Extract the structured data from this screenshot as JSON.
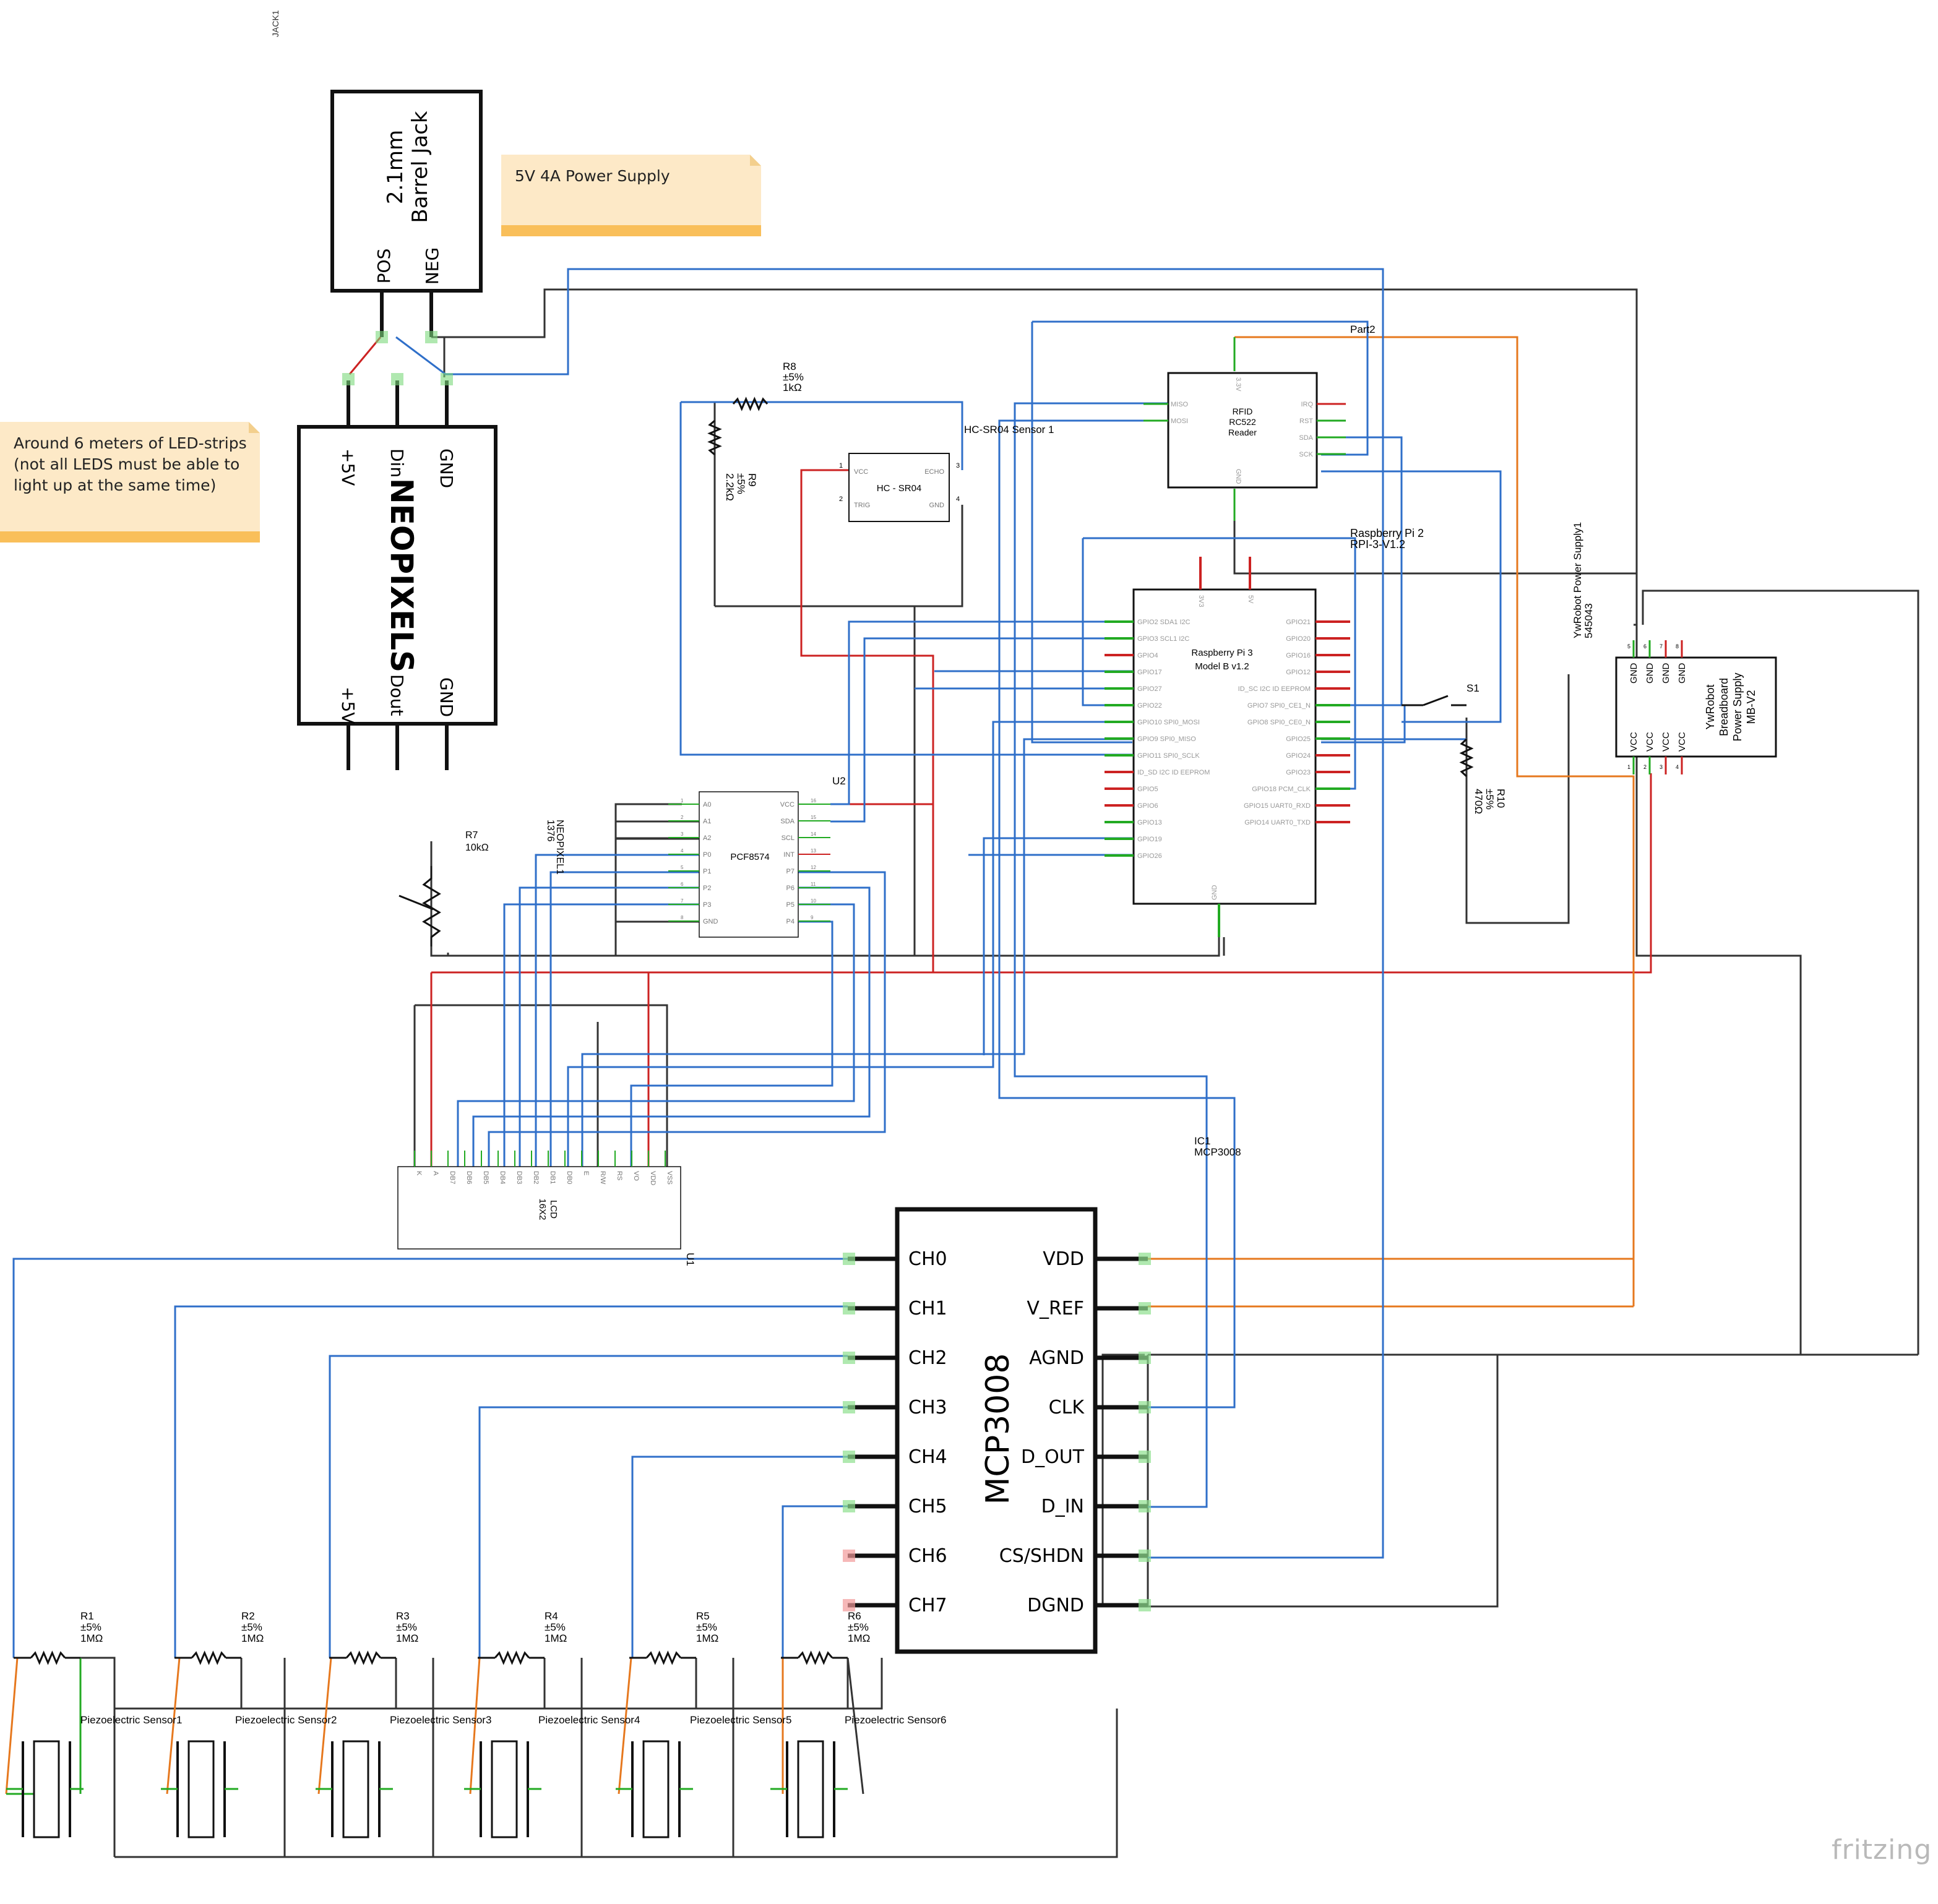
{
  "colors": {
    "blue": "#2f6fc9",
    "red": "#cc2222",
    "orange": "#e6781e",
    "black": "#333333",
    "green": "#22aa22",
    "note_bg": "#fde9c7",
    "note_bar": "#f9bf5a"
  },
  "notes": {
    "power_supply": "5V 4A Power Supply",
    "led_strips": "Around 6 meters of LED-strips\n(not all LEDS must be able to\nlight up at the same time)"
  },
  "jack": {
    "ref": "JACK1",
    "line1": "2.1mm",
    "line2": "Barrel Jack",
    "pos": "POS",
    "neg": "NEG"
  },
  "neopixels": {
    "title": "NEOPIXELS",
    "ref": "NEOPIXEL1",
    "count": "1376",
    "top_pins": [
      "+5V",
      "Din",
      "GND"
    ],
    "bottom_pins": [
      "+5V",
      "Dout",
      "GND"
    ]
  },
  "hcsr04": {
    "title": "HC - SR04",
    "ref": "HC-SR04 Sensor 1",
    "pins": [
      "VCC",
      "TRIG",
      "ECHO",
      "GND"
    ],
    "nums": [
      "1",
      "2",
      "3",
      "4"
    ]
  },
  "rfid": {
    "line1": "RFID",
    "line2": "RC522",
    "line3": "Reader",
    "ref": "Part2",
    "left_pins": [
      "MISO",
      "MOSI"
    ],
    "right_pins": [
      "IRQ",
      "RST",
      "SDA",
      "SCK"
    ],
    "top_pin": "3.3V",
    "bottom_pin": "GND"
  },
  "rpi": {
    "ref1": "Raspberry Pi 2",
    "ref2": "RPI-3-V1.2",
    "line1": "Raspberry Pi 3",
    "line2": "Model B v1.2",
    "top_pins": [
      "3V3",
      "5V"
    ],
    "bottom_pin": "GND",
    "left_pins": [
      "GPIO2 SDA1 I2C",
      "GPIO3 SCL1 I2C",
      "GPIO4",
      "GPIO17",
      "GPIO27",
      "GPIO22",
      "GPIO10 SPI0_MOSI",
      "GPIO9 SPI0_MISO",
      "GPIO11 SPI0_SCLK",
      "ID_SD I2C ID EEPROM",
      "GPIO5",
      "GPIO6",
      "GPIO13",
      "GPIO19",
      "GPIO26"
    ],
    "right_pins": [
      "GPIO21",
      "GPIO20",
      "GPIO16",
      "GPIO12",
      "ID_SC I2C ID EEPROM",
      "GPIO7 SPI0_CE1_N",
      "GPIO8 SPI0_CE0_N",
      "GPIO25",
      "GPIO24",
      "GPIO23",
      "GPIO18 PCM_CLK",
      "GPIO15 UART0_RXD",
      "GPIO14 UART0_TXD"
    ]
  },
  "pcf": {
    "title": "PCF8574",
    "ref": "U2",
    "left_pins": [
      "A0",
      "A1",
      "A2",
      "P0",
      "P1",
      "P2",
      "P3",
      "GND"
    ],
    "left_nums": [
      "1",
      "2",
      "3",
      "4",
      "5",
      "6",
      "7",
      "8"
    ],
    "right_pins": [
      "VCC",
      "SDA",
      "SCL",
      "INT",
      "P7",
      "P6",
      "P5",
      "P4"
    ],
    "right_nums": [
      "16",
      "15",
      "14",
      "13",
      "12",
      "11",
      "10",
      "9"
    ]
  },
  "lcd": {
    "line1": "LCD",
    "line2": "16X2",
    "ref": "U1",
    "pins": [
      "K",
      "A",
      "DB7",
      "DB6",
      "DB5",
      "DB4",
      "DB3",
      "DB2",
      "DB1",
      "DB0",
      "E",
      "R/W",
      "RS",
      "VO",
      "VDD",
      "VSS"
    ]
  },
  "mcp": {
    "title": "MCP3008",
    "ref1": "IC1",
    "ref2": "MCP3008",
    "left_pins": [
      "CH0",
      "CH1",
      "CH2",
      "CH3",
      "CH4",
      "CH5",
      "CH6",
      "CH7"
    ],
    "right_pins": [
      "VDD",
      "V_REF",
      "AGND",
      "CLK",
      "D_OUT",
      "D_IN",
      "CS/SHDN",
      "DGND"
    ]
  },
  "power_module": {
    "line1": "YwRobot",
    "line2": "Breadboard",
    "line3": "Power Supply",
    "line4": "MB-V2",
    "ref1": "YwRobot Power Supply1",
    "ref2": "545043",
    "top_pins": [
      "GND",
      "GND",
      "GND",
      "GND"
    ],
    "bottom_pins": [
      "VCC",
      "VCC",
      "VCC",
      "VCC"
    ],
    "nums": [
      "5",
      "6",
      "7",
      "8",
      "1",
      "2",
      "3",
      "4"
    ]
  },
  "switch": {
    "ref": "S1"
  },
  "resistors": [
    {
      "ref": "R8",
      "tol": "±5%",
      "val": "1kΩ"
    },
    {
      "ref": "R9",
      "tol": "±5%",
      "val": "2.2kΩ"
    },
    {
      "ref": "R10",
      "tol": "±5%",
      "val": "470Ω"
    },
    {
      "ref": "R7",
      "val": "10kΩ"
    },
    {
      "ref": "R1",
      "tol": "±5%",
      "val": "1MΩ"
    },
    {
      "ref": "R2",
      "tol": "±5%",
      "val": "1MΩ"
    },
    {
      "ref": "R3",
      "tol": "±5%",
      "val": "1MΩ"
    },
    {
      "ref": "R4",
      "tol": "±5%",
      "val": "1MΩ"
    },
    {
      "ref": "R5",
      "tol": "±5%",
      "val": "1MΩ"
    },
    {
      "ref": "R6",
      "tol": "±5%",
      "val": "1MΩ"
    }
  ],
  "piezos": [
    "Piezoelectric Sensor1",
    "Piezoelectric Sensor2",
    "Piezoelectric Sensor3",
    "Piezoelectric Sensor4",
    "Piezoelectric Sensor5",
    "Piezoelectric Sensor6"
  ],
  "logo": "fritzing"
}
